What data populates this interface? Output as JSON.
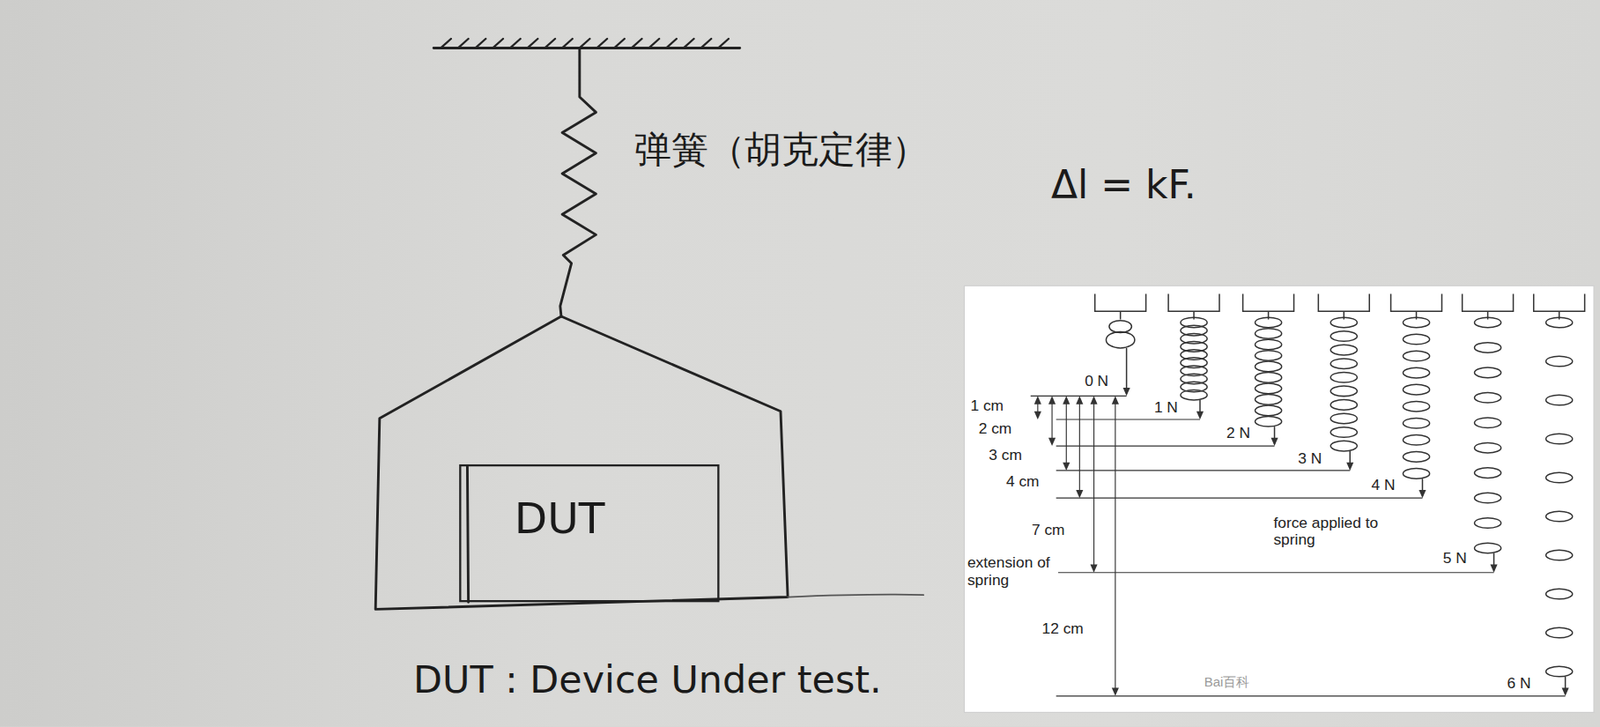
{
  "diagram": {
    "nodes": [
      {
        "text": [
          "DUT"
        ]
      }
    ],
    "labels": [
      "弹簧（胡克定律）",
      "Δl = kF.",
      "DUT : Device Under test.",
      "0 N",
      "1 N",
      "2 N",
      "3 N",
      "4 N",
      "5 N",
      "6 N",
      "1 cm",
      "2 cm",
      "3 cm",
      "4 cm",
      "7 cm",
      "extension of spring",
      "12 cm",
      "force applied to spring",
      "Bai百科"
    ]
  }
}
